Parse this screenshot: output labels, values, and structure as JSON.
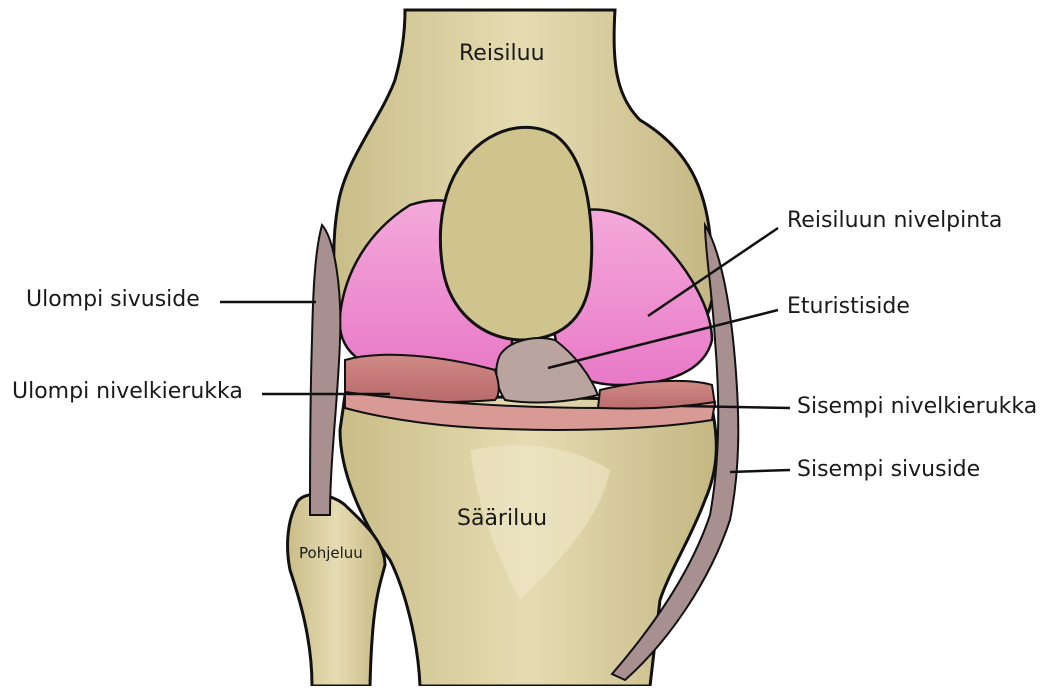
{
  "labels": {
    "reisiluu": "Reisiluu",
    "saariluu": "Sääriluu",
    "pohjeluu": "Pohjeluu",
    "reisiluun_nivelpinta": "Reisiluun nivelpinta",
    "eturistiside": "Eturistiside",
    "sisempi_nivelkierukka": "Sisempi nivelkierukka",
    "sisempi_sivuside": "Sisempi sivuside",
    "ulompi_sivuside": "Ulompi sivuside",
    "ulompi_nivelkierukka": "Ulompi nivelkierukka"
  },
  "colors": {
    "bone": "#d9cfa2",
    "bone_shade": "#b9ad78",
    "bone_light": "#efe8c8",
    "cartilage": "#f08fd0",
    "cartilage_light": "#f6b2dc",
    "meniscus": "#c9797a",
    "meniscus_dark": "#a55a5c",
    "ligament": "#a28a8a",
    "ligament_light": "#cdbab4",
    "outline": "#111111"
  }
}
